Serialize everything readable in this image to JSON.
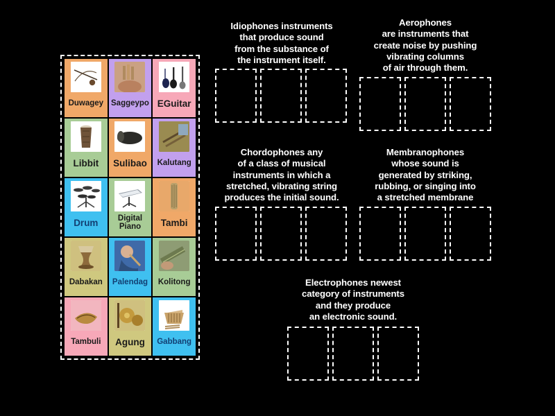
{
  "board": {
    "background_color": "#000000",
    "tray_border_color": "#ffffff"
  },
  "tray": {
    "name": "instrument-card-tray",
    "cards": [
      {
        "label": "Duwagey",
        "bg": "#F0A868",
        "label_color": "#1a1a1a",
        "size": "md",
        "thumb": "bowed-string-instrument"
      },
      {
        "label": "Saggeypo",
        "bg": "#C2A0EE",
        "label_color": "#1a1a1a",
        "size": "md",
        "thumb": "bamboo-pipes-player"
      },
      {
        "label": "EGuitar",
        "bg": "#F7A8B8",
        "label_color": "#1a1a1a",
        "size": "lg",
        "thumb": "electric-guitars"
      },
      {
        "label": "Libbit",
        "bg": "#A8CC96",
        "label_color": "#1a1a1a",
        "size": "lg",
        "thumb": "tall-drum"
      },
      {
        "label": "Sulibao",
        "bg": "#F0A868",
        "label_color": "#1a1a1a",
        "size": "lg",
        "thumb": "conical-drum"
      },
      {
        "label": "Kalutang",
        "bg": "#C2A0EE",
        "label_color": "#1a1a1a",
        "size": "md",
        "thumb": "wooden-sticks"
      },
      {
        "label": "Drum",
        "bg": "#3FC0F0",
        "label_color": "#123f73",
        "size": "lg",
        "thumb": "electronic-drum-kit"
      },
      {
        "label": "Digital\nPiano",
        "bg": "#A8CC96",
        "label_color": "#1a1a1a",
        "size": "md",
        "thumb": "digital-piano-keyboard"
      },
      {
        "label": "Tambi",
        "bg": "#F0A868",
        "label_color": "#1a1a1a",
        "size": "lg",
        "thumb": "bamboo-zither"
      },
      {
        "label": "Dabakan",
        "bg": "#CFC87F",
        "label_color": "#1a1a1a",
        "size": "md",
        "thumb": "goblet-drum"
      },
      {
        "label": "Palendag",
        "bg": "#3FC0F0",
        "label_color": "#123f73",
        "size": "md",
        "thumb": "bamboo-flute-player"
      },
      {
        "label": "Kolitong",
        "bg": "#A8CC96",
        "label_color": "#1a1a1a",
        "size": "md",
        "thumb": "bamboo-tube-zither"
      },
      {
        "label": "Tambuli",
        "bg": "#F7A8B8",
        "label_color": "#1a1a1a",
        "size": "md",
        "thumb": "carabao-horn"
      },
      {
        "label": "Agung",
        "bg": "#CFC87F",
        "label_color": "#1a1a1a",
        "size": "lg",
        "thumb": "gong-set"
      },
      {
        "label": "Gabbang",
        "bg": "#3FC0F0",
        "label_color": "#123f73",
        "size": "md",
        "thumb": "bamboo-xylophone"
      }
    ]
  },
  "categories": [
    {
      "id": "idiophones",
      "text": "Idiophones instruments\nthat produce sound\nfrom the substance of\nthe instrument itself.",
      "zone_count": 3
    },
    {
      "id": "aerophones",
      "text": "Aerophones\nare instruments that\ncreate noise by pushing\nvibrating columns\nof air through them.",
      "zone_count": 3
    },
    {
      "id": "chordophones",
      "text": "Chordophones any\nof a class of musical\ninstruments in which a\nstretched, vibrating string\nproduces the initial sound.",
      "zone_count": 3
    },
    {
      "id": "membranophones",
      "text": "Membranophones\nwhose sound is\ngenerated by striking,\nrubbing, or singing into\na stretched membrane",
      "zone_count": 3
    },
    {
      "id": "electrophones",
      "text": "Electrophones newest\ncategory of instruments\nand they produce\nan electronic sound.",
      "zone_count": 3
    }
  ]
}
